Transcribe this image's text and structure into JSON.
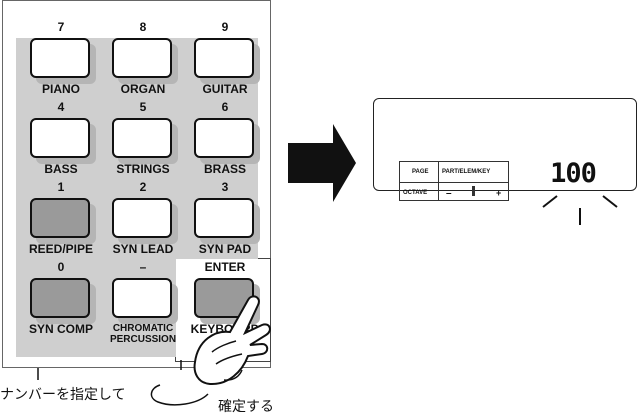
{
  "keypad": {
    "keys": [
      {
        "number": "7",
        "label": "PIANO",
        "pressed": false
      },
      {
        "number": "8",
        "label": "ORGAN",
        "pressed": false
      },
      {
        "number": "9",
        "label": "GUITAR",
        "pressed": false
      },
      {
        "number": "4",
        "label": "BASS",
        "pressed": false
      },
      {
        "number": "5",
        "label": "STRINGS",
        "pressed": false
      },
      {
        "number": "6",
        "label": "BRASS",
        "pressed": false
      },
      {
        "number": "1",
        "label": "REED/PIPE",
        "pressed": true
      },
      {
        "number": "2",
        "label": "SYN LEAD",
        "pressed": false
      },
      {
        "number": "3",
        "label": "SYN PAD",
        "pressed": false
      },
      {
        "number": "0",
        "label": "SYN COMP",
        "pressed": true
      },
      {
        "number": "–",
        "label_line1": "CHROMATIC",
        "label_line2": "PERCUSSION",
        "pressed": false
      },
      {
        "number": "ENTER",
        "label": "KEYBOARD",
        "pressed": true
      }
    ]
  },
  "lcd": {
    "page_label": "PAGE",
    "part_label": "PART/ELEM/KEY",
    "octave_label": "OCTAVE",
    "minus": "–",
    "plus": "+",
    "value": "100"
  },
  "captions": {
    "left": "ナンバーを指定して",
    "right": "確定する"
  }
}
